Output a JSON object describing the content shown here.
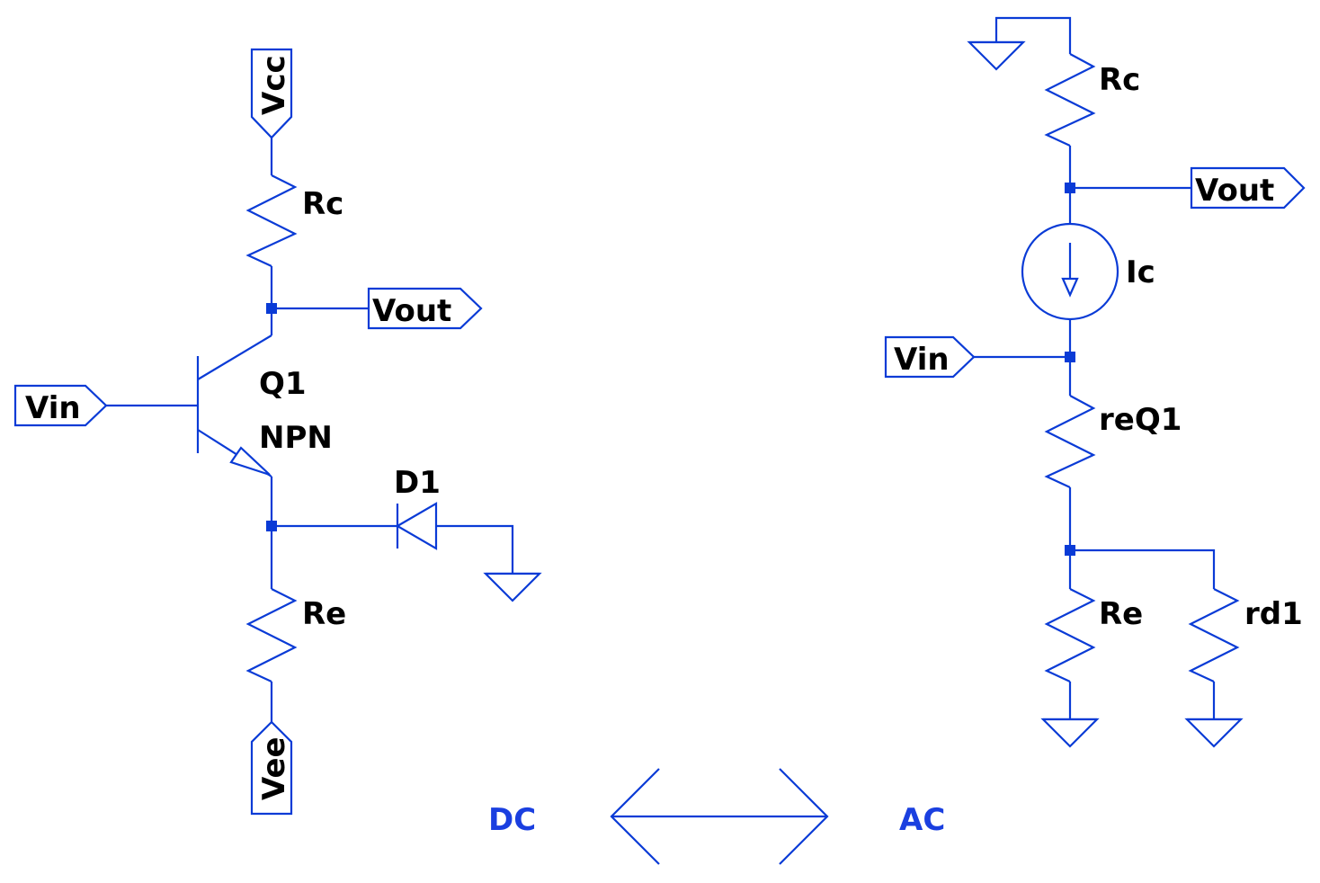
{
  "colors": {
    "wire": "#0a3bd6",
    "text": "#000000",
    "annotation": "#1a3fe0",
    "background": "#ffffff"
  },
  "dc": {
    "vcc": "Vcc",
    "rc": "Rc",
    "vout": "Vout",
    "vin": "Vin",
    "q_name": "Q1",
    "q_type": "NPN",
    "d_name": "D1",
    "re": "Re",
    "vee": "Vee"
  },
  "ac": {
    "rc": "Rc",
    "vout": "Vout",
    "ic": "Ic",
    "vin": "Vin",
    "req": "reQ1",
    "re": "Re",
    "rd": "rd1"
  },
  "footer": {
    "left": "DC",
    "right": "AC"
  }
}
